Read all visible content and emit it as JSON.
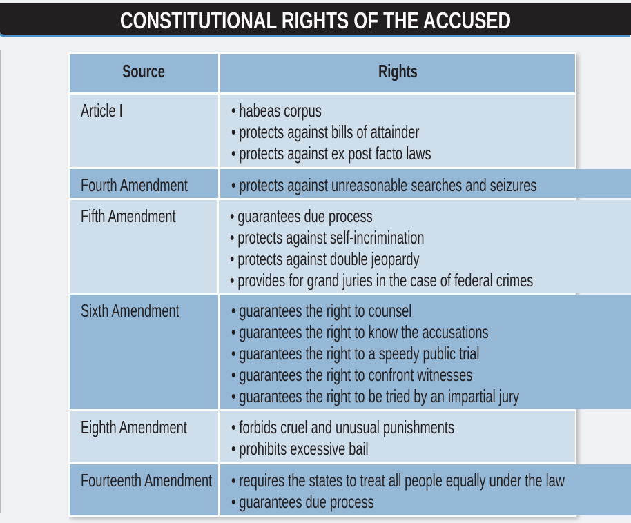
{
  "title": "CONSTITUTIONAL RIGHTS OF THE ACCUSED",
  "headers": {
    "source": "Source",
    "rights": "Rights"
  },
  "rows": [
    {
      "source": "Article I",
      "rights": [
        "• habeas corpus",
        "• protects against bills of attainder",
        "• protects against ex post facto laws"
      ]
    },
    {
      "source": "Fourth Amendment",
      "rights": [
        "• protects against unreasonable searches and seizures"
      ]
    },
    {
      "source": "Fifth Amendment",
      "rights": [
        "• guarantees due process",
        "• protects against self-incrimination",
        "• protects against double jeopardy",
        "• provides for grand juries in the case of federal crimes"
      ]
    },
    {
      "source": "Sixth Amendment",
      "rights": [
        "• guarantees the right to counsel",
        "• guarantees the right to know the accusations",
        "• guarantees the right to a speedy public trial",
        "• guarantees the right to confront witnesses",
        "• guarantees the right to be tried by an impartial jury"
      ]
    },
    {
      "source": "Eighth Amendment",
      "rights": [
        "• forbids cruel and unusual punishments",
        "• prohibits excessive bail"
      ]
    },
    {
      "source": "Fourteenth Amendment",
      "rights": [
        "• requires the states to treat all people equally under the law",
        "• guarantees due process"
      ]
    }
  ],
  "colors": {
    "header_bar": "#231f20",
    "row_light": "#cfdeeb",
    "row_dark": "#95b8d6"
  }
}
